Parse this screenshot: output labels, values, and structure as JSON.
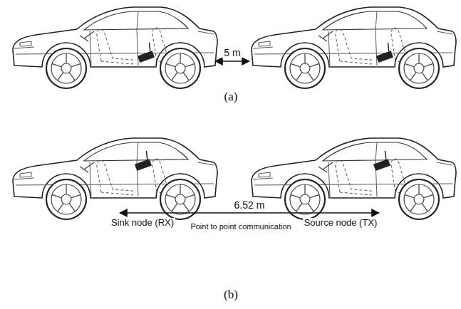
{
  "diagram": {
    "labels": [
      "5 m",
      "(a)",
      "6.52 m",
      "Sink node (RX)",
      "Point to point communication",
      "Source node (TX)",
      "(b)"
    ]
  }
}
